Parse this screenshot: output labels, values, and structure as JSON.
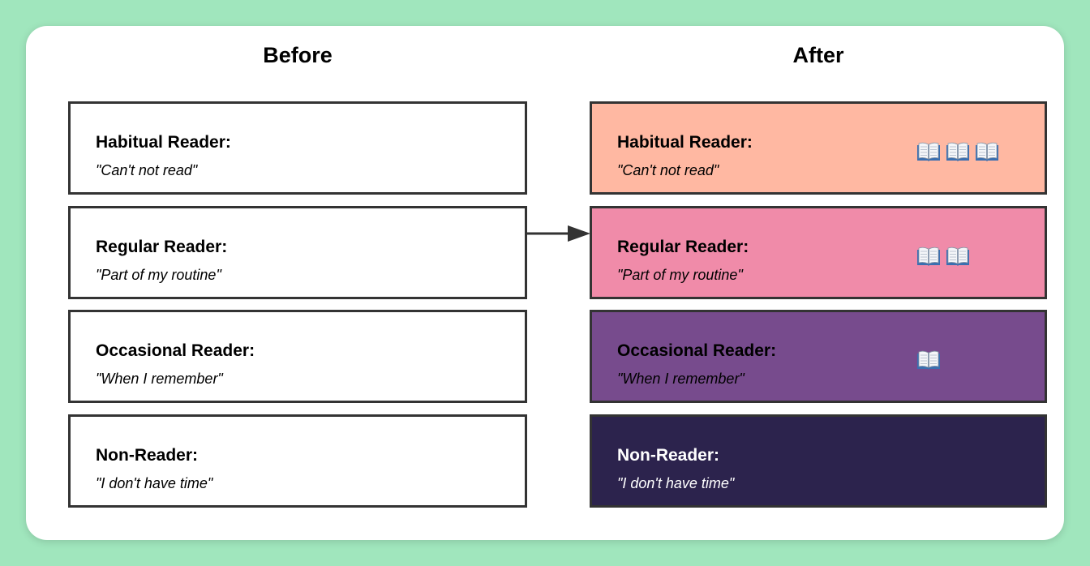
{
  "before": {
    "title": "Before",
    "rows": [
      {
        "label": "Habitual Reader:",
        "quote": "\"Can't not read\""
      },
      {
        "label": "Regular Reader:",
        "quote": "\"Part of my routine\""
      },
      {
        "label": "Occasional Reader:",
        "quote": "\"When I remember\""
      },
      {
        "label": "Non-Reader:",
        "quote": "\"I don't have time\""
      }
    ]
  },
  "after": {
    "title": "After",
    "rows": [
      {
        "label": "Habitual Reader:",
        "quote": "\"Can't not read\"",
        "color": "#ffb8a2",
        "book_count": 3
      },
      {
        "label": "Regular Reader:",
        "quote": "\"Part of my routine\"",
        "color": "#f08ba9",
        "book_count": 2
      },
      {
        "label": "Occasional Reader:",
        "quote": "\"When I remember\"",
        "color": "#774b8d",
        "book_count": 1
      },
      {
        "label": "Non-Reader:",
        "quote": "\"I don't have time\"",
        "color": "#2c234d",
        "book_count": 0
      }
    ]
  },
  "icons": {
    "book": "open-book-icon",
    "arrow": "arrow-right-icon"
  }
}
